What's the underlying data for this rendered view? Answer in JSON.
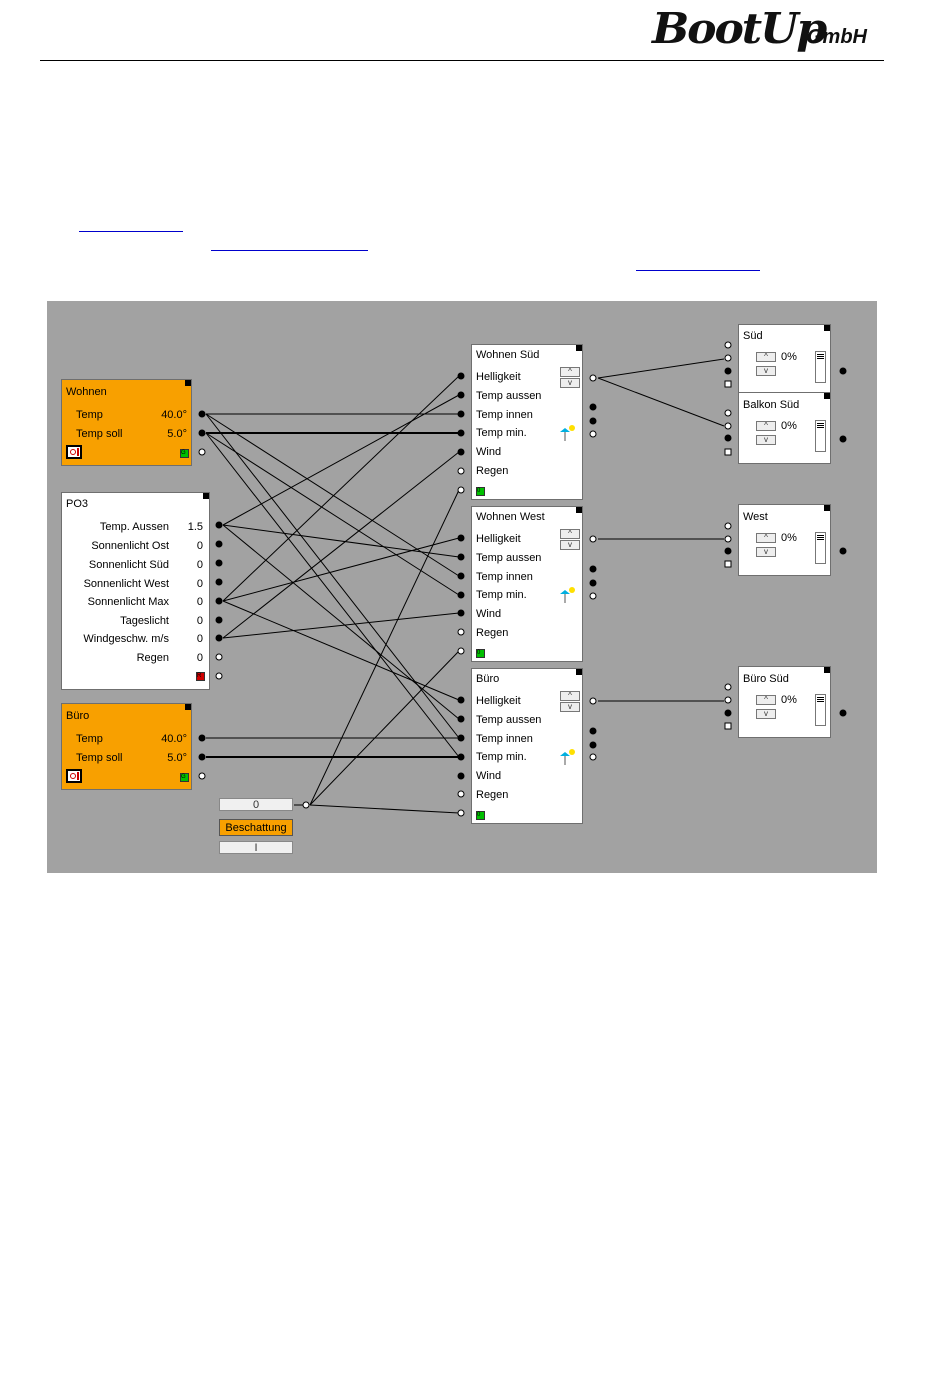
{
  "header": {
    "logo_main": "BootUp",
    "logo_sub": "GmbH"
  },
  "blocks": {
    "wohnen": {
      "title": "Wohnen",
      "rows": [
        {
          "label": "Temp",
          "value": "40.0°"
        },
        {
          "label": "Temp soll",
          "value": "5.0°"
        }
      ],
      "status": "G"
    },
    "buero_room": {
      "title": "Büro",
      "rows": [
        {
          "label": "Temp",
          "value": "40.0°"
        },
        {
          "label": "Temp soll",
          "value": "5.0°"
        }
      ],
      "status": "G"
    },
    "po3": {
      "title": "PO3",
      "rows": [
        {
          "label": "Temp. Aussen",
          "value": "1.5"
        },
        {
          "label": "Sonnenlicht Ost",
          "value": "0"
        },
        {
          "label": "Sonnenlicht Süd",
          "value": "0"
        },
        {
          "label": "Sonnenlicht West",
          "value": "0"
        },
        {
          "label": "Sonnenlicht Max",
          "value": "0"
        },
        {
          "label": "Tageslicht",
          "value": "0"
        },
        {
          "label": "Windgeschw. m/s",
          "value": "0"
        },
        {
          "label": "Regen",
          "value": "0"
        }
      ],
      "status": "R"
    },
    "shade_inputs": [
      "Helligkeit",
      "Temp aussen",
      "Temp innen",
      "Temp min.",
      "Wind",
      "Regen"
    ],
    "shading": [
      {
        "title": "Wohnen Süd",
        "status": "0"
      },
      {
        "title": "Wohnen West",
        "status": "0"
      },
      {
        "title": "Büro",
        "status": "0"
      }
    ],
    "blinds": [
      {
        "title": "Süd",
        "value": "0%"
      },
      {
        "title": "Balkon Süd",
        "value": "0%"
      },
      {
        "title": "West",
        "value": "0%"
      },
      {
        "title": "Büro Süd",
        "value": "0%"
      }
    ]
  },
  "buttons": {
    "top": "0",
    "middle": "Beschattung",
    "bottom": "I"
  },
  "colors": {
    "background": "#a2a2a2",
    "block_orange": "#f8a000",
    "status_green": "#00c000",
    "status_red": "#d00000"
  }
}
